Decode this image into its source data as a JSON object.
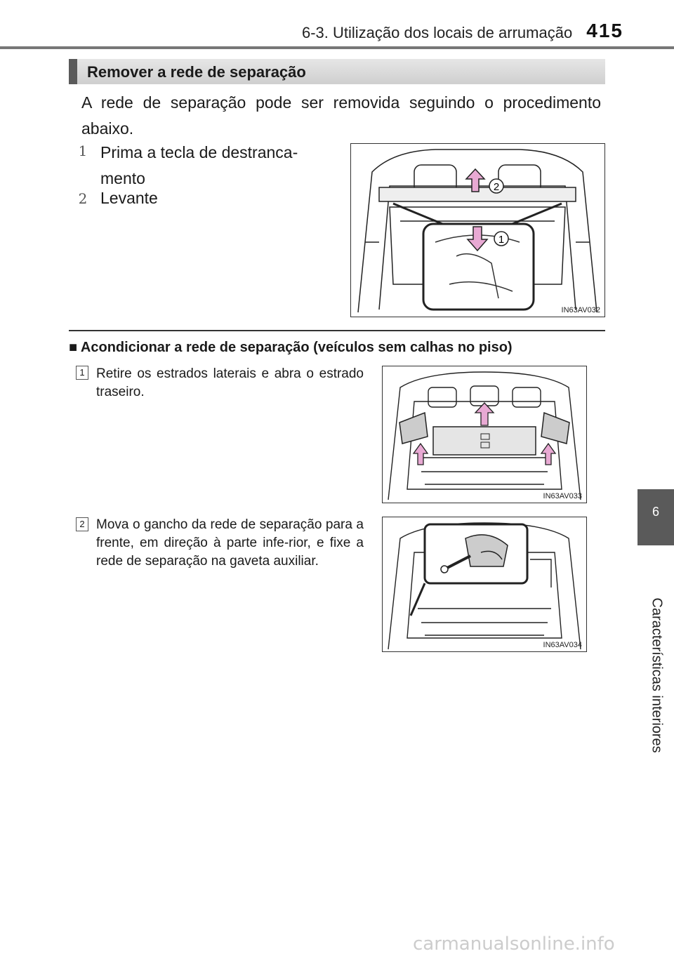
{
  "header": {
    "section_title": "6-3. Utilização dos locais de arrumação",
    "page_number": "415"
  },
  "box": {
    "title": "Remover a rede de separação",
    "intro": "A rede de separação pode ser removida seguindo o procedimento abaixo.",
    "steps": [
      {
        "num": "1",
        "text_line1": "Prima a tecla de destranca-",
        "text_line2": "mento"
      },
      {
        "num": "2",
        "text_line1": "Levante"
      }
    ],
    "figure_code": "IN63AV032",
    "figure_callouts": [
      "1",
      "2"
    ]
  },
  "subsection": {
    "heading": "Acondicionar a rede de separação (veículos sem calhas no piso)",
    "steps": [
      {
        "num": "1",
        "text": "Retire os estrados laterais e abra o estrado traseiro.",
        "figure_code": "IN63AV033"
      },
      {
        "num": "2",
        "text": "Mova o gancho da rede de separação para a frente, em direção à parte infe-rior, e fixe a rede de separação na gaveta auxiliar.",
        "figure_code": "IN63AV034"
      }
    ]
  },
  "side_tab": {
    "number": "6",
    "label": "Características interiores"
  },
  "watermark": "carmanualsonline.info",
  "colors": {
    "accent_bar": "#5a5a5a",
    "arrow_pink": "#e8a9d3"
  }
}
